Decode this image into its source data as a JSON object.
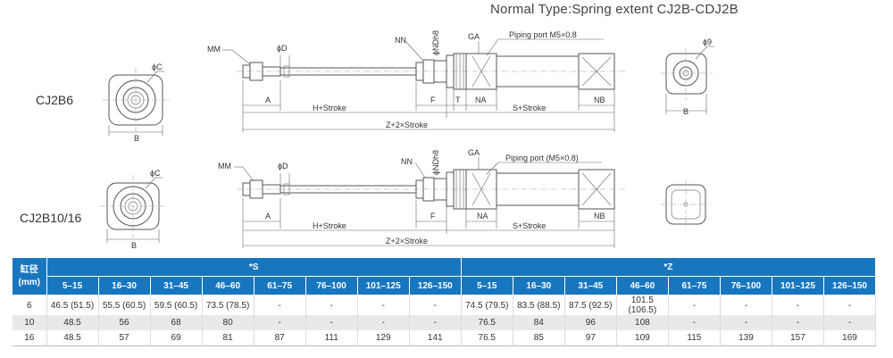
{
  "page_title": "Normal Type:Spring extent CJ2B-CDJ2B",
  "models": [
    "CJ2B6",
    "CJ2B10/16"
  ],
  "labels": {
    "mm": "MM",
    "phi_c": "ϕC",
    "phi_d": "ϕD",
    "phi_9": "ϕ9",
    "b": "B",
    "nn": "NN",
    "nd": "ϕNDh8",
    "ga": "GA",
    "piping1": "Piping port M5×0.8",
    "piping2": "Piping port (M5×0.8)",
    "a": "A",
    "f": "F",
    "t": "T",
    "na": "NA",
    "nb": "NB",
    "h_stroke": "H+Stroke",
    "s_stroke": "S+Stroke",
    "z_stroke": "Z+2×Stroke"
  },
  "table": {
    "bore_label": "缸径",
    "bore_unit": "(mm)",
    "group_s": "*S",
    "group_z": "*Z",
    "ranges": [
      "5–15",
      "16–30",
      "31–45",
      "46–60",
      "61–75",
      "76–100",
      "101–125",
      "126–150"
    ],
    "rows": [
      {
        "bore": "6",
        "s": [
          "46.5 (51.5)",
          "55.5 (60.5)",
          "59.5 (60.5)",
          "73.5 (78.5)",
          "-",
          "-",
          "-",
          "-"
        ],
        "z": [
          "74.5 (79.5)",
          "83.5 (88.5)",
          "87.5 (92.5)",
          "101.5 (106.5)",
          "-",
          "-",
          "-",
          "-"
        ]
      },
      {
        "bore": "10",
        "s": [
          "48.5",
          "56",
          "68",
          "80",
          "-",
          "-",
          "-",
          "-"
        ],
        "z": [
          "76.5",
          "84",
          "96",
          "108",
          "-",
          "-",
          "-",
          "-"
        ]
      },
      {
        "bore": "16",
        "s": [
          "48.5",
          "57",
          "69",
          "81",
          "87",
          "111",
          "129",
          "141"
        ],
        "z": [
          "76.5",
          "85",
          "97",
          "109",
          "115",
          "139",
          "157",
          "169"
        ]
      }
    ]
  }
}
